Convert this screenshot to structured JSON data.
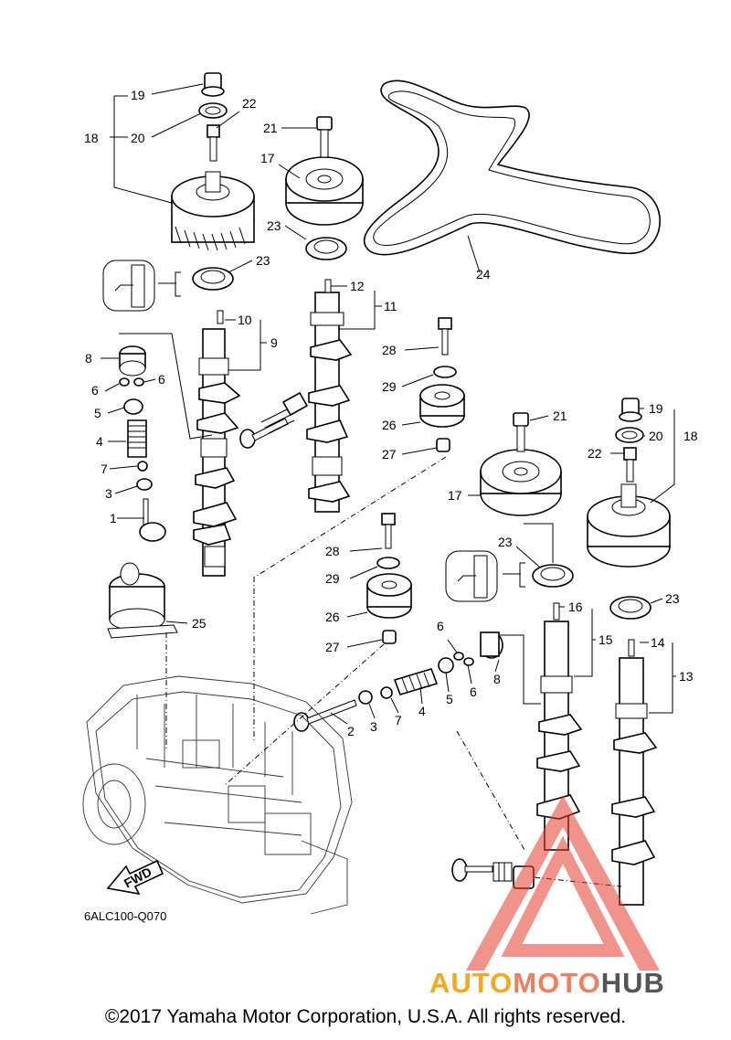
{
  "diagram": {
    "code": "6ALC100-Q070",
    "copyright": "©2017 Yamaha Motor Corporation, U.S.A. All rights reserved.",
    "fwd_label": "FWD",
    "watermark": {
      "part1": "AUTO",
      "part2": "MOTO",
      "part3": "HUB",
      "colors": {
        "auto": "#f5a623",
        "moto": "#f07f60",
        "hub": "#555555",
        "triangle": "#e23b2e"
      }
    },
    "callouts": {
      "c19a": "19",
      "c20a": "20",
      "c18a": "18",
      "c22a": "22",
      "c21a": "21",
      "c17a": "17",
      "c23a": "23",
      "c23b": "23",
      "c12a": "12",
      "c11a": "11",
      "c10a": "10",
      "c9a": "9",
      "c8a": "8",
      "c6a": "6",
      "c6b": "6",
      "c5a": "5",
      "c4a": "4",
      "c7a": "7",
      "c3a": "3",
      "c1a": "1",
      "c28a": "28",
      "c29a": "29",
      "c26a": "26",
      "c27a": "27",
      "c24a": "24",
      "c21b": "21",
      "c17b": "17",
      "c19b": "19",
      "c20b": "20",
      "c18b": "18",
      "c22b": "22",
      "c28b": "28",
      "c29b": "29",
      "c26b": "26",
      "c27b": "27",
      "c25a": "25",
      "c23c": "23",
      "c23d": "23",
      "c16a": "16",
      "c15a": "15",
      "c14a": "14",
      "c13a": "13",
      "c8b": "8",
      "c6c": "6",
      "c6d": "6",
      "c5b": "5",
      "c4b": "4",
      "c7b": "7",
      "c3b": "3",
      "c2a": "2"
    }
  }
}
